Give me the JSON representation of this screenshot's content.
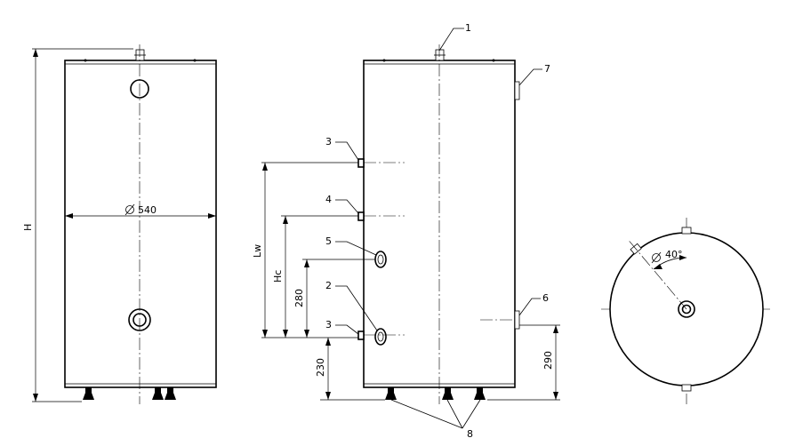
{
  "front_view": {
    "diameter_label": "540",
    "height_label": "H"
  },
  "side_view": {
    "dimensions": {
      "lw": "Lw",
      "hc": "Hc",
      "d280": "280",
      "d230": "230",
      "d290": "290"
    },
    "callouts": {
      "c1": "1",
      "c2": "2",
      "c3a": "3",
      "c3b": "3",
      "c4": "4",
      "c5": "5",
      "c6": "6",
      "c7": "7",
      "c8": "8"
    }
  },
  "top_view": {
    "angle_label": "40°"
  },
  "icons": {
    "diameter_symbol": "diameter-symbol-icon"
  }
}
